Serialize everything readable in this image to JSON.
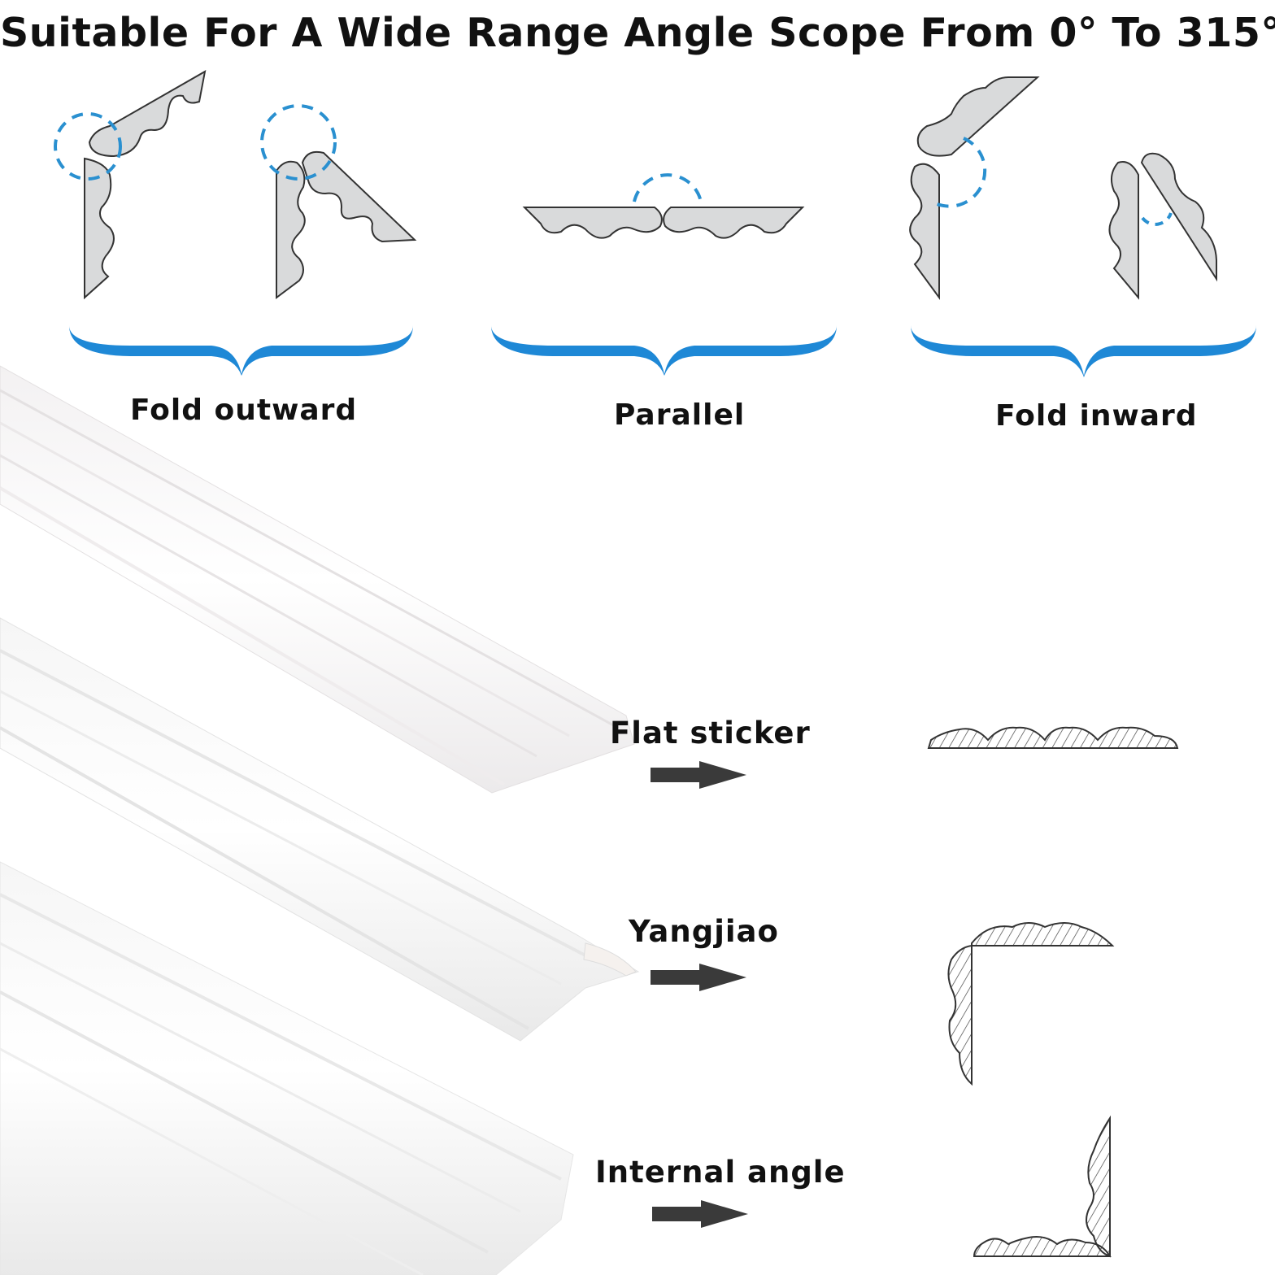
{
  "title": "Suitable For A Wide Range Angle Scope From 0° To 315°",
  "fold_modes": {
    "outward": "Fold outward",
    "parallel": "Parallel",
    "inward": "Fold inward"
  },
  "profiles": {
    "flat": "Flat sticker",
    "yangjiao": "Yangjiao",
    "internal": "Internal angle"
  },
  "colors": {
    "accent_blue": "#1e88d6",
    "profile_fill": "#d9dadb",
    "outline": "#333333",
    "arrow": "#3a3a3a"
  }
}
